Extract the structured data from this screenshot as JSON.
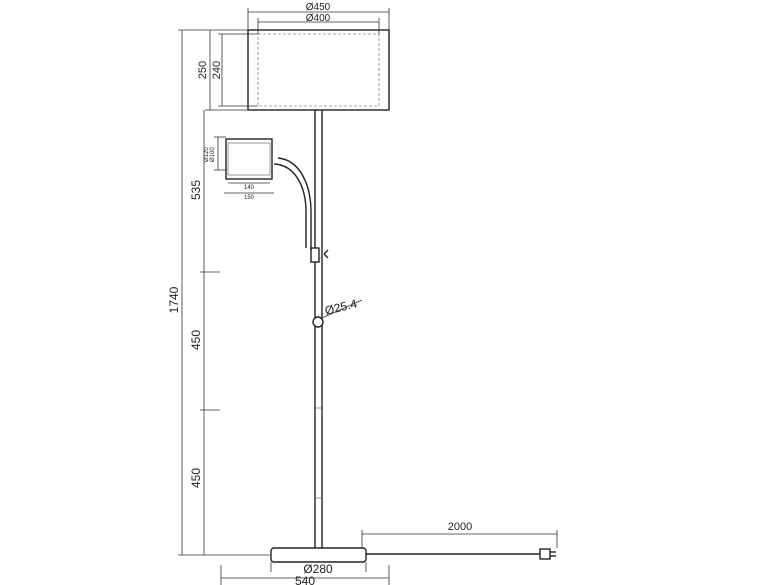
{
  "dimensions": {
    "shade_outer_diameter": "Ø450",
    "shade_inner_diameter": "Ø400",
    "shade_outer_height": "250",
    "shade_inner_height": "240",
    "total_height": "1740",
    "reading_arm_height": "535",
    "upper_pole_segment": "450",
    "lower_pole_segment": "450",
    "pole_diameter": "Ø25.4",
    "reading_shade_height_outer": "Ø120",
    "reading_shade_height_inner": "Ø100",
    "reading_shade_width_inner": "140",
    "reading_shade_width_outer": "150",
    "base_diameter": "Ø280",
    "base_span": "540",
    "cable_length": "2000"
  },
  "colors": {
    "line": "#222222",
    "shade_inner": "#555555",
    "background": "#ffffff"
  }
}
